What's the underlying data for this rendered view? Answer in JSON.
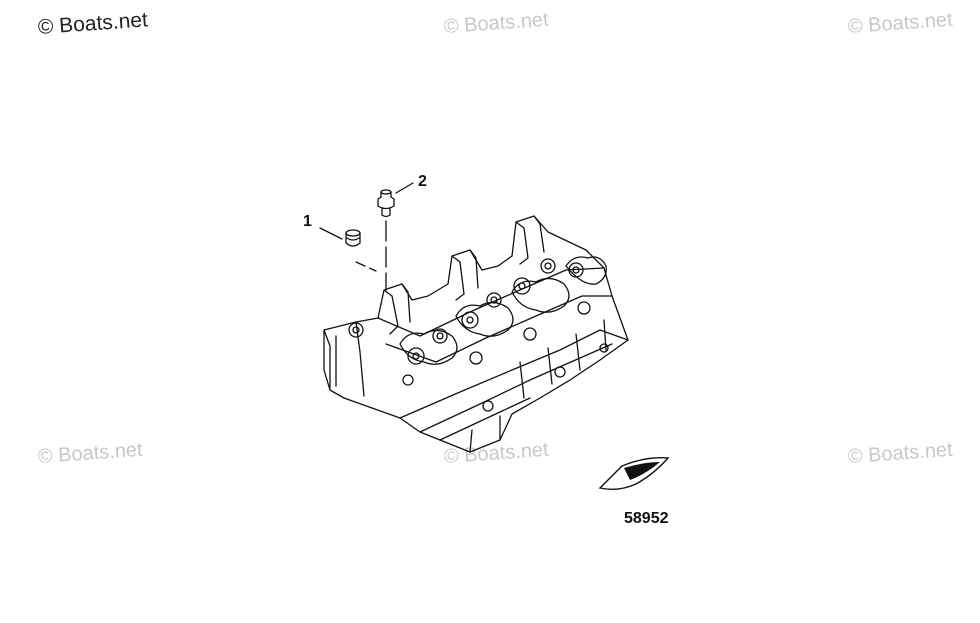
{
  "watermarks": {
    "main": "© Boats.net",
    "repeat": "© Boats.net"
  },
  "callouts": {
    "part_1": "1",
    "part_2": "2"
  },
  "diagram_number": "58952",
  "colors": {
    "line": "#111111",
    "watermark_faint": "#c8c8c8"
  },
  "icons": {
    "logo": "boat-hull-logo"
  }
}
